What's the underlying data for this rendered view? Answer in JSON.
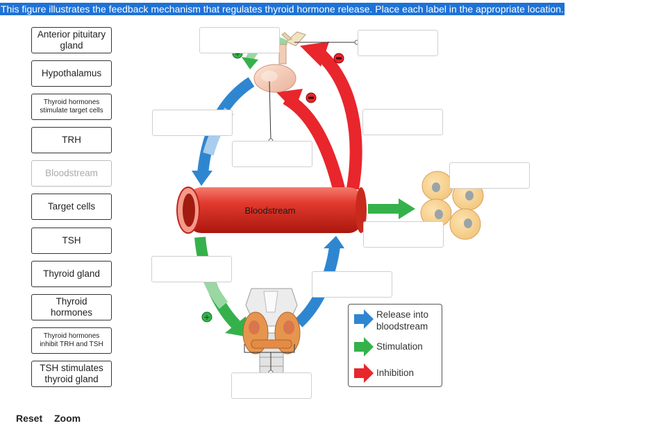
{
  "instructions": "This figure illustrates the feedback mechanism that regulates thyroid hormone release. Place each label in the appropriate location.",
  "labels": [
    {
      "text": "Anterior pituitary gland",
      "size": "normal",
      "disabled": false
    },
    {
      "text": "Hypothalamus",
      "size": "normal",
      "disabled": false
    },
    {
      "text": "Thyroid hormones stimulate target cells",
      "size": "small",
      "disabled": false
    },
    {
      "text": "TRH",
      "size": "normal",
      "disabled": false
    },
    {
      "text": "Bloodstream",
      "size": "normal",
      "disabled": true
    },
    {
      "text": "Target cells",
      "size": "normal",
      "disabled": false
    },
    {
      "text": "TSH",
      "size": "normal",
      "disabled": false
    },
    {
      "text": "Thyroid gland",
      "size": "normal",
      "disabled": false
    },
    {
      "text": "Thyroid hormones",
      "size": "normal",
      "disabled": false
    },
    {
      "text": "Thyroid hormones inhibit TRH and TSH",
      "size": "small",
      "disabled": false
    },
    {
      "text": "TSH stimulates thyroid gland",
      "size": "normal",
      "disabled": false
    }
  ],
  "diagram": {
    "bloodstream_label": "Bloodstream",
    "colors": {
      "release": "#2f86d0",
      "stimulation": "#35b14b",
      "inhibition": "#e8262c",
      "vessel": "#e03a2e"
    }
  },
  "legend": {
    "release": "Release into bloodstream",
    "stimulation": "Stimulation",
    "inhibition": "Inhibition"
  },
  "toolbar": {
    "reset": "Reset",
    "zoom": "Zoom"
  }
}
